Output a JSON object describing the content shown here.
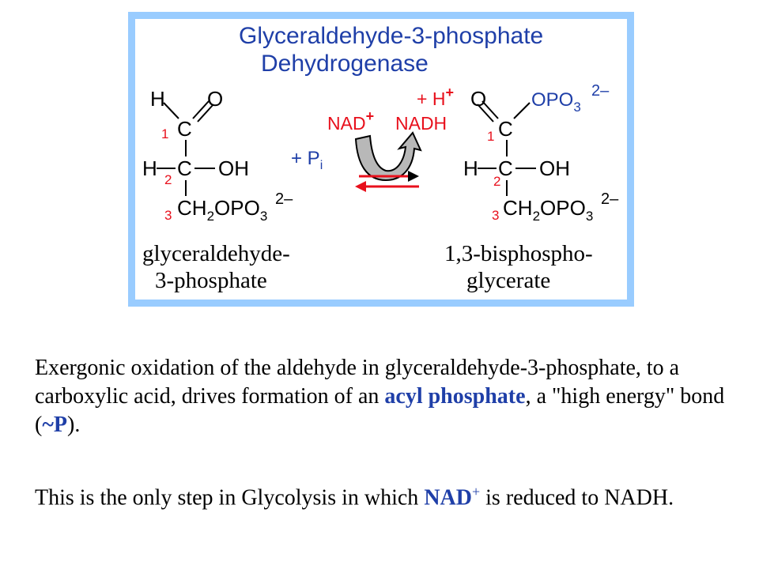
{
  "colors": {
    "frame": "#99ccff",
    "blue": "#1f3fa8",
    "red": "#e8101c",
    "black": "#000000"
  },
  "title": {
    "line1": "Glyceraldehyde-3-phosphate",
    "line2": "Dehydrogenase"
  },
  "substrate": {
    "H": "H",
    "O": "O",
    "C": "C",
    "HC": "H",
    "OH": "OH",
    "ch2_a": "CH",
    "ch2_sub": "2",
    "ch2_b": "OPO",
    "ch2_sub2": "3",
    "charge": "2–",
    "num1": "1",
    "num2": "2",
    "num3": "3",
    "name_line1": "glyceraldehyde-",
    "name_line2": "3-phosphate"
  },
  "reagents": {
    "plus_h": "+ H",
    "plus_h_sup": "+",
    "nad": "NAD",
    "nad_sup": "+",
    "nadh": "NADH",
    "plus_pi": "+ P",
    "pi_sub": "i"
  },
  "product": {
    "O": "O",
    "opo": "OPO",
    "opo_sub": "3",
    "opo_charge": "2–",
    "C": "C",
    "HC": "H",
    "OH": "OH",
    "ch2_a": "CH",
    "ch2_sub": "2",
    "ch2_b": "OPO",
    "ch2_sub2": "3",
    "charge": "2–",
    "num1": "1",
    "num2": "2",
    "num3": "3",
    "name_line1": "1,3-bisphospho-",
    "name_line2": "glycerate"
  },
  "text": {
    "p1_a": "Exergonic oxidation of the aldehyde in glyceraldehyde-3-phosphate, to a carboxylic acid, drives formation of an ",
    "p1_bold": "acyl phosphate",
    "p1_b": ", a \"high energy\" bond (",
    "p1_bold2": "~P",
    "p1_c": ").",
    "p2_a": "This is the only step in Glycolysis in which ",
    "p2_bold": "NAD",
    "p2_sup": "+",
    "p2_b": " is reduced to NADH."
  }
}
